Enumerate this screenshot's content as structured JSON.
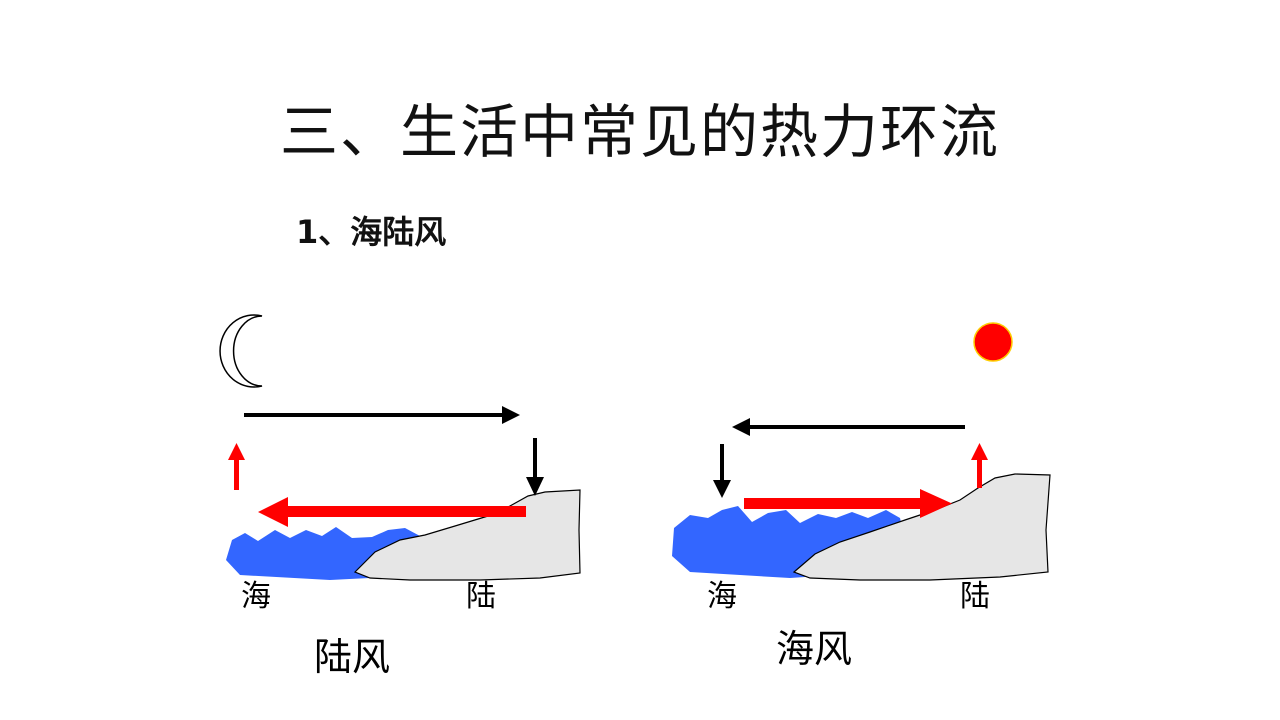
{
  "slide": {
    "title": "三、生活中常见的热力环流",
    "subtitle": "1、海陆风"
  },
  "diagrams": [
    {
      "sky_icon": "moon-icon",
      "sea_label": "海",
      "land_label": "陆",
      "caption": "陆风"
    },
    {
      "sky_icon": "sun-icon",
      "sea_label": "海",
      "land_label": "陆",
      "caption": "海风"
    }
  ],
  "colors": {
    "sea": "#3366ff",
    "land": "#e6e6e6",
    "surface_wind": "#ff0000",
    "upper_wind": "#000000",
    "sun": "#ff0000",
    "sun_outline": "#ffcc00"
  }
}
